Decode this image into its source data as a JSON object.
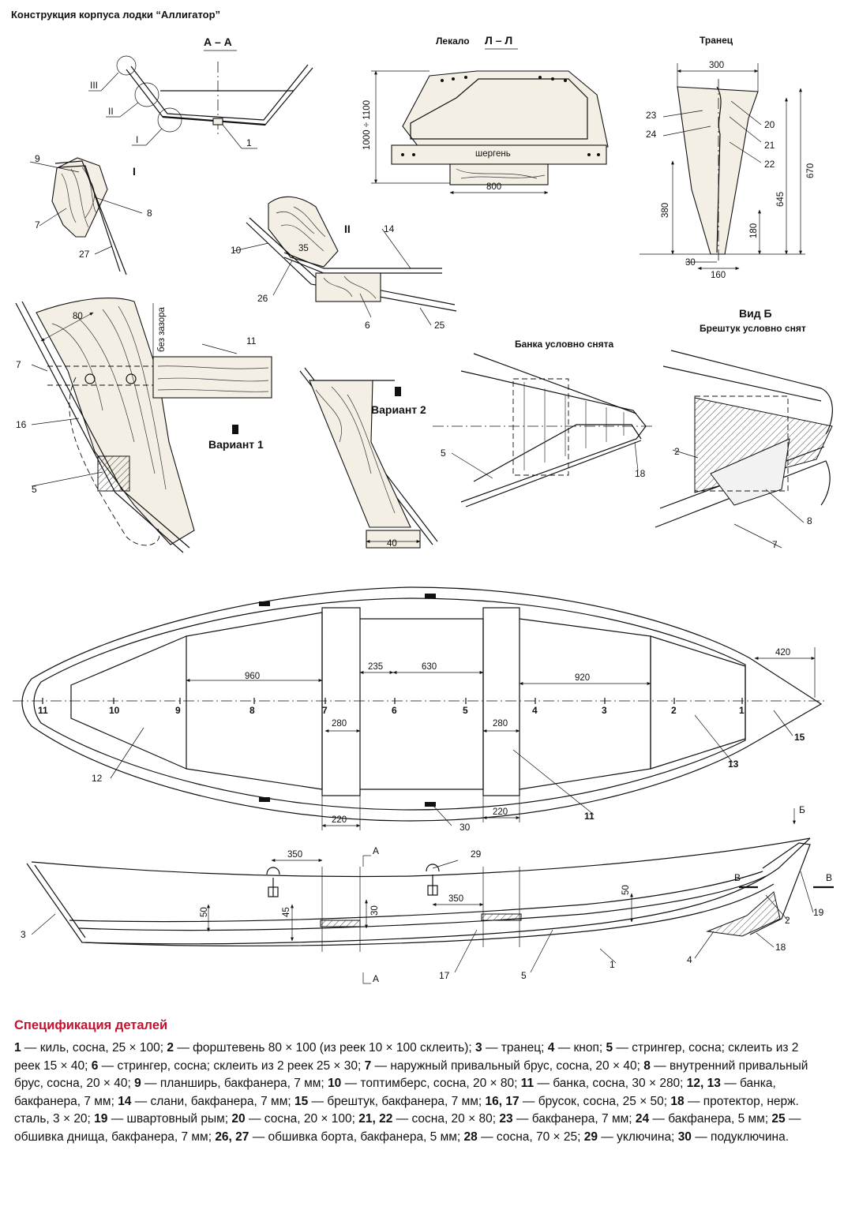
{
  "title": "Конструкция корпуса лодки “Аллигатор”",
  "views": {
    "aa": {
      "title": "А – А",
      "callouts": [
        "III",
        "II",
        "I",
        "1"
      ]
    },
    "detail_i": {
      "mark": "I",
      "callouts": [
        "9",
        "7",
        "8",
        "27"
      ]
    },
    "detail_ii": {
      "mark": "II",
      "callouts": [
        "10",
        "14",
        "26",
        "6",
        "25"
      ],
      "dim": "35"
    },
    "variant1": {
      "label": "Вариант 1",
      "callouts": [
        "7",
        "11",
        "16",
        "5"
      ],
      "dim": "80",
      "gap": "без зазора"
    },
    "variant2": {
      "label": "Вариант 2",
      "dim": "40"
    },
    "template": {
      "title_prefix": "Лекало",
      "title_mark": "Л – Л",
      "height": "1000 ÷ 1100",
      "beam_label": "шергень",
      "width": "800"
    },
    "transom": {
      "title": "Транец",
      "dims": [
        "300",
        "670",
        "645",
        "380",
        "180",
        "30",
        "160"
      ],
      "callouts": [
        "23",
        "24",
        "20",
        "21",
        "22"
      ]
    },
    "bank_removed": {
      "title": "Банка условно снята",
      "callouts": [
        "5",
        "18"
      ]
    },
    "view_b": {
      "title": "Вид Б",
      "subtitle": "Брештук условно снят",
      "callouts": [
        "2",
        "8",
        "7"
      ]
    },
    "plan": {
      "stations": [
        "11",
        "10",
        "9",
        "8",
        "7",
        "6",
        "5",
        "4",
        "3",
        "2",
        "1"
      ],
      "dims": {
        "d960": "960",
        "d235": "235",
        "d630": "630",
        "d920": "920",
        "d420": "420",
        "d280a": "280",
        "d280b": "280",
        "d220a": "220",
        "d220b": "220"
      },
      "callouts": {
        "c12": "12",
        "c13": "13",
        "c15": "15",
        "c11": "11",
        "c30": "30"
      }
    },
    "side": {
      "section_mark": "А",
      "section_b": "В",
      "view_mark": "Б",
      "dims": {
        "d350a": "350",
        "d350b": "350",
        "d50a": "50",
        "d45": "45",
        "d30": "30",
        "d50b": "50"
      },
      "callouts": {
        "c29": "29",
        "c3": "3",
        "c17": "17",
        "c5": "5",
        "c1": "1",
        "c4": "4",
        "c18": "18",
        "c2": "2",
        "c19": "19"
      }
    }
  },
  "specification": {
    "title": "Спецификация деталей",
    "items": [
      {
        "num": "1",
        "text": " — киль, сосна, 25 × 100; "
      },
      {
        "num": "2",
        "text": " — форштевень 80 × 100 (из реек 10 × 100 склеить); "
      },
      {
        "num": "3",
        "text": " — транец; "
      },
      {
        "num": "4",
        "text": " — кноп; "
      },
      {
        "num": "5",
        "text": " — стрингер, сосна; склеить из 2 реек 15 × 40; "
      },
      {
        "num": "6",
        "text": " — стрингер, сосна; склеить из 2 реек 25 × 30; "
      },
      {
        "num": "7",
        "text": " — наружный привальный брус, сосна, 20 × 40; "
      },
      {
        "num": "8",
        "text": " — внутренний привальный брус, сосна, 20 × 40; "
      },
      {
        "num": "9",
        "text": " — планширь, бакфанера, 7 мм; "
      },
      {
        "num": "10",
        "text": " — топтимберс, сосна, 20 × 80; "
      },
      {
        "num": "11",
        "text": " — банка, сосна, 30 × 280; "
      },
      {
        "num": "12, 13",
        "text": " — банка, бакфанера, 7 мм; "
      },
      {
        "num": "14",
        "text": " — слани, бакфанера, 7 мм; "
      },
      {
        "num": "15",
        "text": " — брештук, бакфанера, 7 мм; "
      },
      {
        "num": "16, 17",
        "text": " — брусок, сосна, 25 × 50; "
      },
      {
        "num": "18",
        "text": " — протектор, нерж. сталь, 3 × 20; "
      },
      {
        "num": "19",
        "text": " — швартовный рым; "
      },
      {
        "num": "20",
        "text": " — сосна, 20 × 100; "
      },
      {
        "num": "21, 22",
        "text": " — сосна, 20 × 80; "
      },
      {
        "num": "23",
        "text": " — бакфанера, 7 мм; "
      },
      {
        "num": "24",
        "text": " — бакфанера, 5 мм; "
      },
      {
        "num": "25",
        "text": " — обшивка днища, бакфанера, 7 мм; "
      },
      {
        "num": "26, 27",
        "text": " — обшивка борта, бакфанера, 5 мм; "
      },
      {
        "num": "28",
        "text": " — сосна, 70 × 25; "
      },
      {
        "num": "29",
        "text": " — уключина; "
      },
      {
        "num": "30",
        "text": " — подуключина."
      }
    ]
  }
}
